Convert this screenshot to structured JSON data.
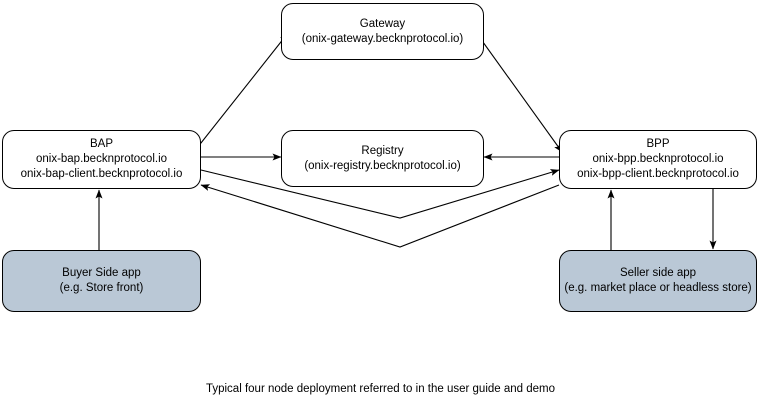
{
  "diagram": {
    "caption": "Typical four node deployment referred to in the user guide and demo",
    "colors": {
      "app_fill": "#bac8d6",
      "node_fill": "#ffffff",
      "stroke": "#000000",
      "background": "#ffffff"
    },
    "nodes": [
      {
        "id": "gateway",
        "title": "Gateway",
        "subtitle": "(onix-gateway.becknprotocol.io)",
        "kind": "service"
      },
      {
        "id": "bap",
        "title": "BAP",
        "subtitle": "onix-bap.becknprotocol.io",
        "subtitle2": "onix-bap-client.becknprotocol.io",
        "kind": "service"
      },
      {
        "id": "registry",
        "title": "Registry",
        "subtitle": "(onix-registry.becknprotocol.io)",
        "kind": "service"
      },
      {
        "id": "bpp",
        "title": "BPP",
        "subtitle": "onix-bpp.becknprotocol.io",
        "subtitle2": "onix-bpp-client.becknprotocol.io",
        "kind": "service"
      },
      {
        "id": "buyer",
        "title": "Buyer Side app",
        "subtitle": "(e.g. Store front)",
        "kind": "app"
      },
      {
        "id": "seller",
        "title": "Seller side app",
        "subtitle": "(e.g. market place or headless store)",
        "kind": "app"
      }
    ],
    "edges": [
      {
        "id": "bap-to-gateway",
        "from": "bap",
        "to": "gateway",
        "style": "straight",
        "arrow": "end"
      },
      {
        "id": "gateway-to-bpp",
        "from": "gateway",
        "to": "bpp",
        "style": "straight",
        "arrow": "end"
      },
      {
        "id": "bap-to-registry",
        "from": "bap",
        "to": "registry",
        "style": "straight",
        "arrow": "end"
      },
      {
        "id": "bpp-to-registry",
        "from": "bpp",
        "to": "registry",
        "style": "straight",
        "arrow": "end"
      },
      {
        "id": "bap-to-bpp",
        "from": "bap",
        "to": "bpp",
        "style": "v-bend",
        "arrow": "end"
      },
      {
        "id": "bpp-to-bap",
        "from": "bpp",
        "to": "bap",
        "style": "v-bend",
        "arrow": "end"
      },
      {
        "id": "buyer-to-bap",
        "from": "buyer",
        "to": "bap",
        "style": "vertical",
        "arrow": "end"
      },
      {
        "id": "seller-to-bpp",
        "from": "seller",
        "to": "bpp",
        "style": "vertical",
        "arrow": "end"
      },
      {
        "id": "bpp-to-seller",
        "from": "bpp",
        "to": "seller",
        "style": "vertical",
        "arrow": "end"
      }
    ]
  }
}
